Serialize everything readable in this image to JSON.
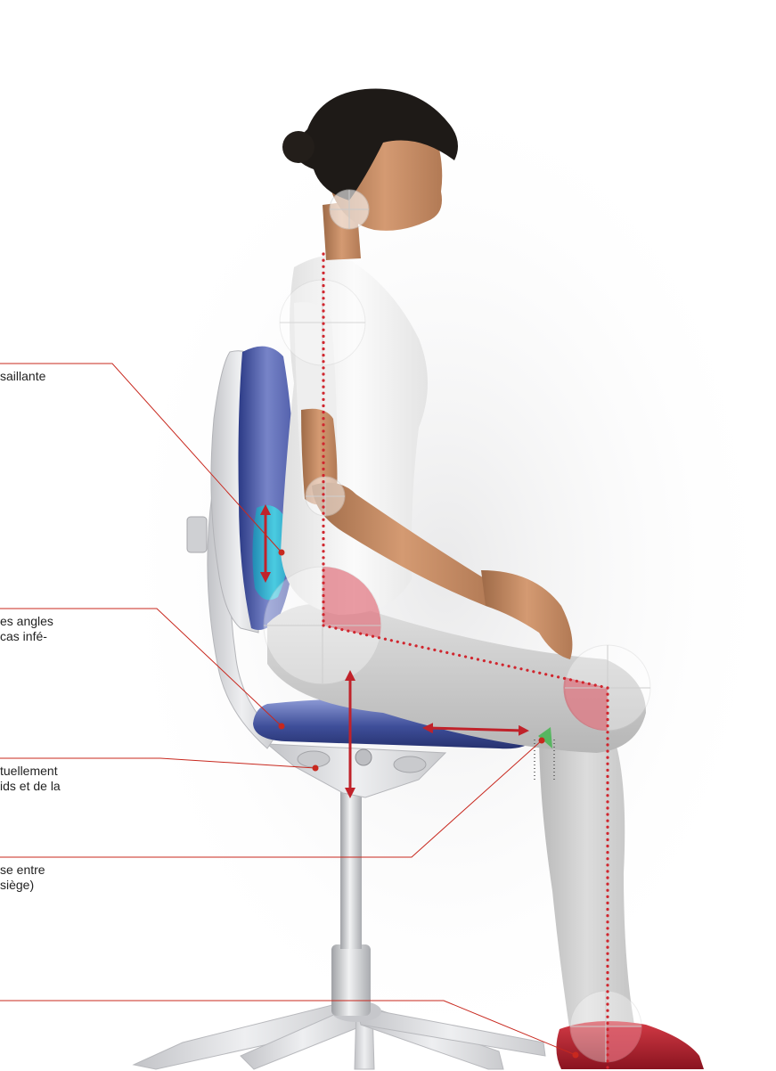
{
  "callouts": [
    {
      "lines": [
        "saillante"
      ]
    },
    {
      "lines": [
        "es angles",
        "cas infé-"
      ]
    },
    {
      "lines": [
        "tuellement",
        "ids et de la"
      ]
    },
    {
      "lines": [
        "se entre",
        "siège)"
      ]
    },
    {
      "lines": []
    }
  ],
  "colors": {
    "leader_line": "#c8281e",
    "arrow": "#c0222a",
    "dotted_line": "#d0262e",
    "seat_cushion": "#3f4f9a",
    "lumbar_highlight": "#2cc6d8",
    "joint_marker": "#d94a5a",
    "chair_frame": "#d9dadd",
    "skin": "#c98a62",
    "hair": "#1e1a17",
    "shirt": "#f4f4f4",
    "trousers": "#cfcfcf",
    "shoe": "#b0202c",
    "green_marker": "#3fb54a"
  },
  "icons": [
    "seated-woman-figure",
    "office-chair",
    "height-arrow",
    "depth-arrow",
    "lumbar-arrow"
  ]
}
